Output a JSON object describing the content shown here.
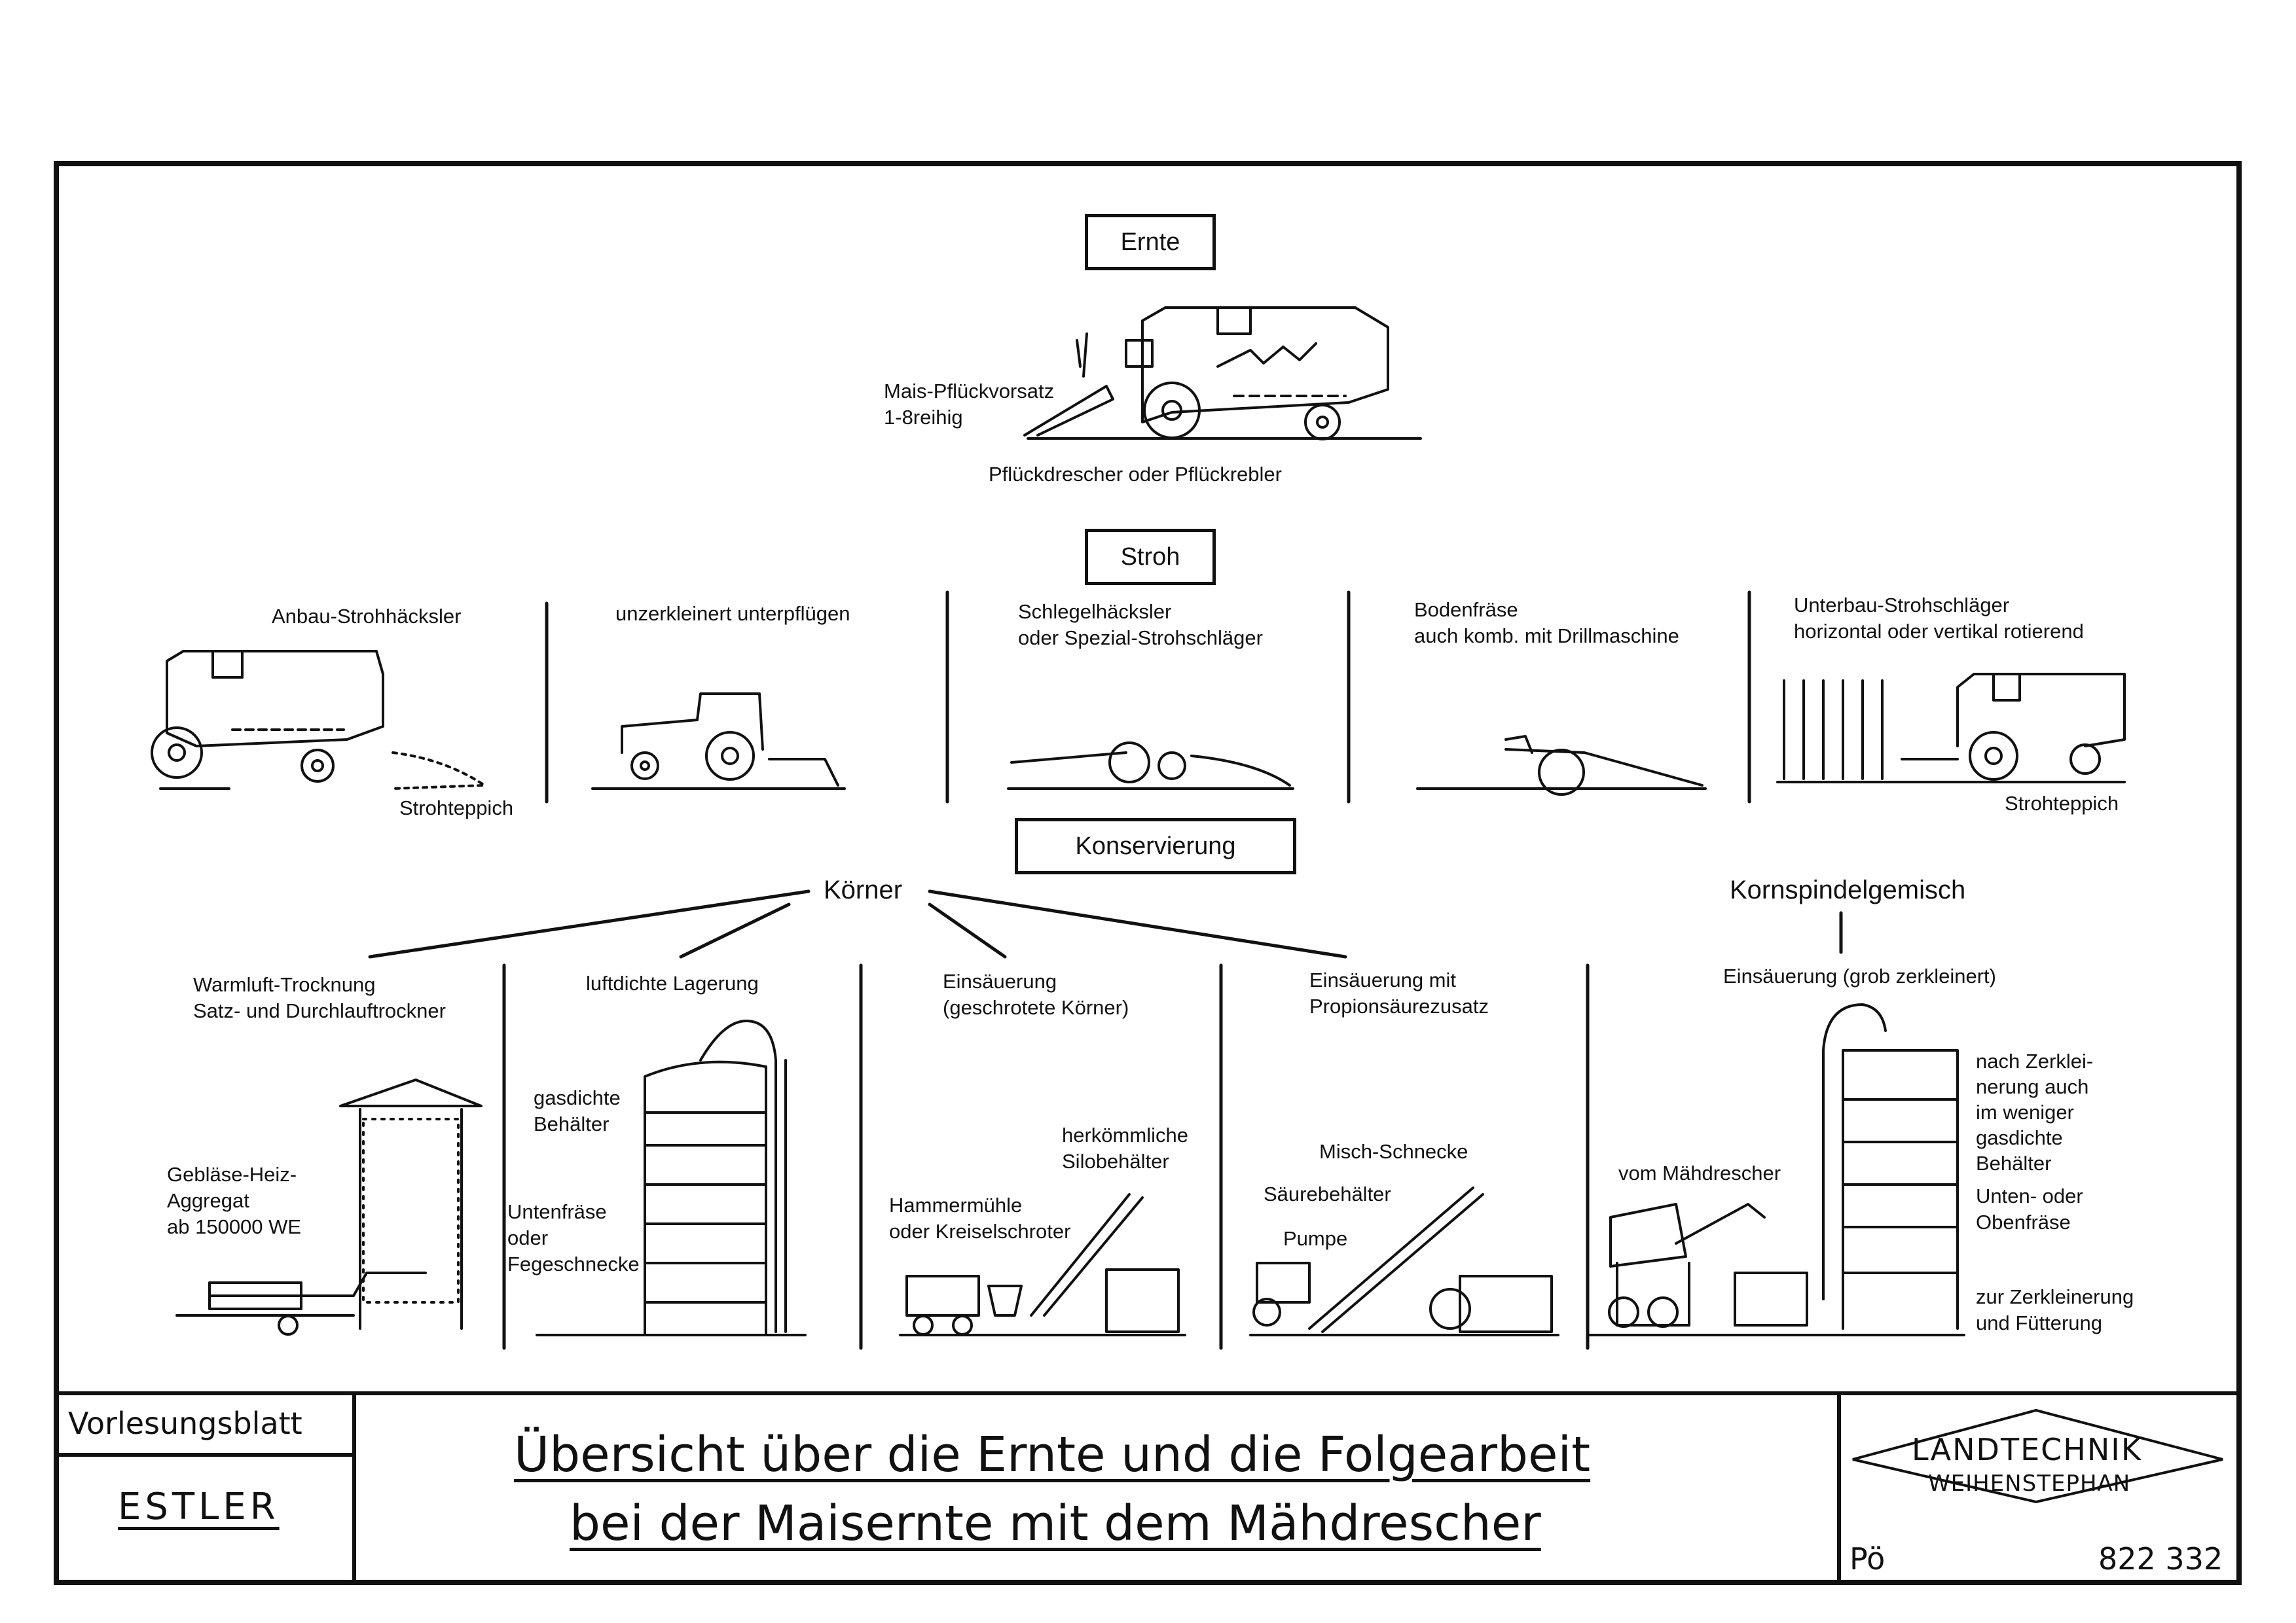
{
  "harvest": {
    "heading": "Ernte",
    "header_label": "Mais-Pflückvorsatz\n1-8reihig",
    "caption": "Pflückdrescher oder Pflückrebler"
  },
  "straw": {
    "heading": "Stroh",
    "options": [
      {
        "label": "Anbau-Strohhäcksler",
        "note": "Strohteppich"
      },
      {
        "label": "unzerkleinert unterpflügen",
        "note": ""
      },
      {
        "label": "Schlegelhäcksler\noder Spezial-Strohschläger",
        "note": ""
      },
      {
        "label": "Bodenfräse\nauch komb. mit Drillmaschine",
        "note": ""
      },
      {
        "label": "Unterbau-Strohschläger\nhorizontal oder vertikal rotierend",
        "note": "Strohteppich"
      }
    ]
  },
  "conservation": {
    "heading": "Konservierung",
    "grain_heading": "Körner",
    "ccm_heading": "Kornspindelgemisch",
    "methods": [
      {
        "label": "Warmluft-Trocknung\nSatz- und Durchlauftrockner",
        "notes": [
          "Gebläse-Heiz-\nAggregat\nab 150000 WE"
        ]
      },
      {
        "label": "luftdichte Lagerung",
        "notes": [
          "gasdichte\nBehälter",
          "Untenfräse\noder\nFegeschnecke"
        ]
      },
      {
        "label": "Einsäuerung\n(geschrotete Körner)",
        "notes": [
          "herkömmliche\nSilobehälter",
          "Hammermühle\noder Kreiselschroter"
        ]
      },
      {
        "label": "Einsäuerung mit\nPropionsäurezusatz",
        "notes": [
          "Misch-Schnecke",
          "Säurebehälter",
          "Pumpe"
        ]
      },
      {
        "label": "Einsäuerung (grob zerkleinert)",
        "notes": [
          "vom Mähdrescher",
          "nach Zerklei-\nnerung auch\nim weniger\ngasdichte\nBehälter",
          "Unten- oder\nObenfräse",
          "zur Zerkleinerung\nund Fütterung"
        ]
      }
    ]
  },
  "footer": {
    "type_label": "Vorlesungsblatt",
    "author": "ESTLER",
    "title_line1": "Übersicht über die Ernte und die Folgearbeit",
    "title_line2": "bei der Maisernte mit dem Mähdrescher",
    "logo_line1": "LANDTECHNIK",
    "logo_line2": "WEIHENSTEPHAN",
    "code_left": "Pö",
    "code_right": "822 332"
  }
}
